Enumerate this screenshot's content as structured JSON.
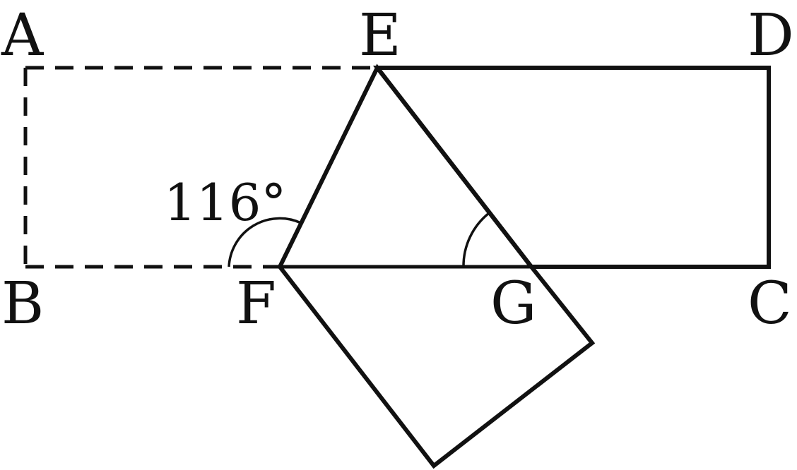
{
  "figure": {
    "points": {
      "A": "A",
      "B": "B",
      "C": "C",
      "D": "D",
      "E": "E",
      "F": "F",
      "G": "G"
    },
    "angle_label": "116°",
    "colors": {
      "unfolded_region": "#c0a6cf",
      "folded_flap": "#e1d5ea",
      "stroke": "#111111",
      "background": "#ffffff"
    }
  }
}
